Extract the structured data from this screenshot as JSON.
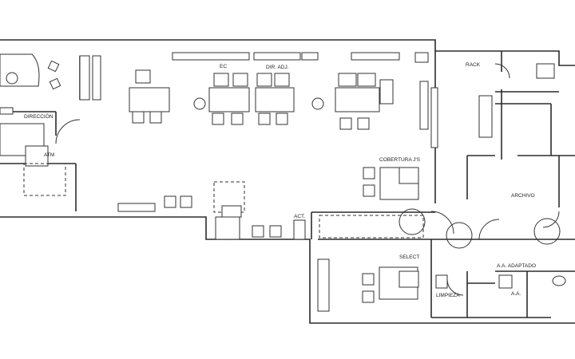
{
  "labels": {
    "direccion": "DIRECCIÓN",
    "atm": "ATM",
    "ec": "EC",
    "dir_adj": "DIR. ADJ.",
    "rack": "RACK",
    "cobertura": "COBERTURA J'S",
    "archivo": "ARCHIVO",
    "act": "ACT.",
    "select": "SELECT",
    "limpieza": "LIMPIEZA",
    "aa_adaptado": "A.A. ADAPTADO",
    "aa": "A.A."
  }
}
